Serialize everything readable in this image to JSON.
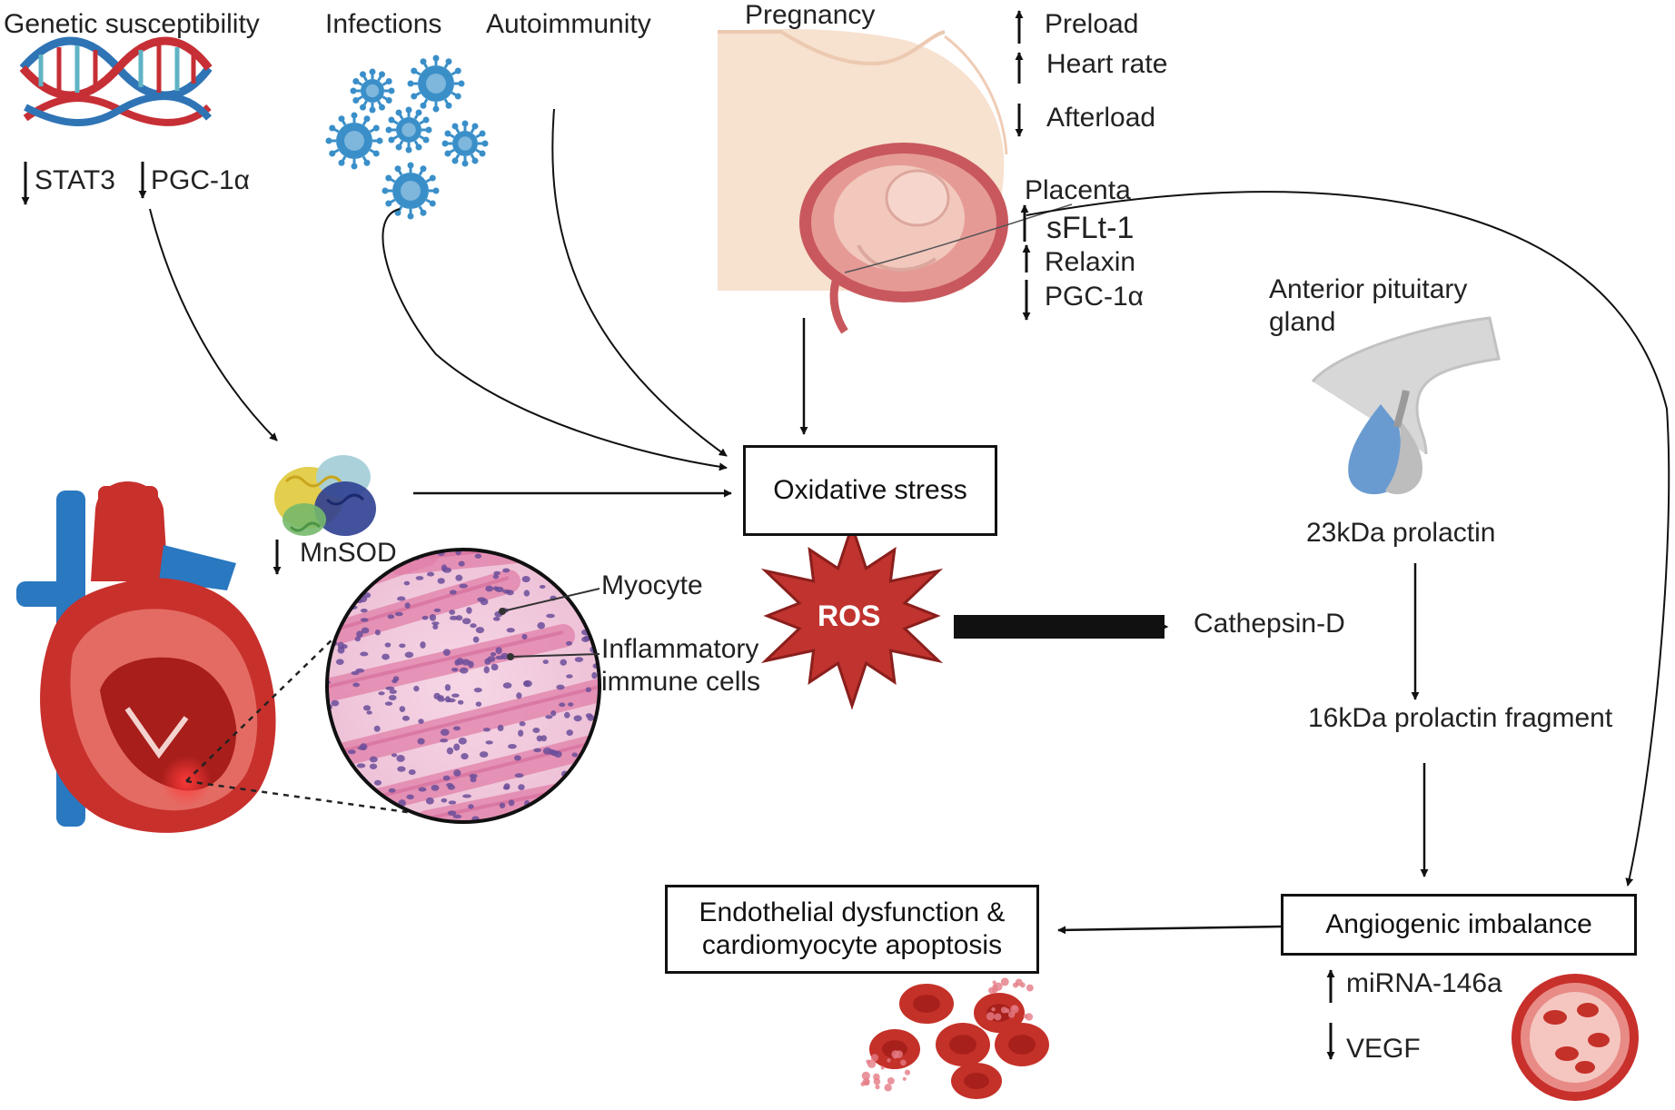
{
  "labels": {
    "genetic_susceptibility": "Genetic susceptibility",
    "infections": "Infections",
    "autoimmunity": "Autoimmunity",
    "pregnancy": "Pregnancy",
    "preload": "Preload",
    "heart_rate": "Heart rate",
    "afterload": "Afterload",
    "placenta": "Placenta",
    "sflt1": "sFLt-1",
    "relaxin": "Relaxin",
    "pgc1a_pregnancy": "PGC-1α",
    "stat3": "STAT3",
    "pgc1a_genetic": "PGC-1α",
    "mnsod": "MnSOD",
    "myocyte": "Myocyte",
    "inflammatory_line1": "Inflammatory",
    "inflammatory_line2": "immune cells",
    "ros": "ROS",
    "cathepsin_d": "Cathepsin-D",
    "anterior_pituitary_line1": "Anterior pituitary",
    "anterior_pituitary_line2": "gland",
    "prolactin_23kda": "23kDa prolactin",
    "prolactin_16kda": "16kDa prolactin fragment",
    "mirna146a": "miRNA-146a",
    "vegf": "VEGF"
  },
  "boxes": {
    "oxidative_stress": "Oxidative stress",
    "angiogenic_imbalance": "Angiogenic imbalance",
    "endothelial_line1": "Endothelial dysfunction &",
    "endothelial_line2": "cardiomyocyte apoptosis"
  },
  "indicators": {
    "preload": "up",
    "heart_rate": "up",
    "afterload": "down",
    "sflt1": "up",
    "relaxin": "up",
    "pgc1a_pregnancy": "down",
    "stat3": "down",
    "pgc1a_genetic": "down",
    "mnsod": "down",
    "mirna146a": "up",
    "vegf": "down"
  },
  "icons": [
    "dna-icon",
    "virus-icon",
    "pregnancy-illustration-icon",
    "protein-structure-icon",
    "heart-icon",
    "myocardium-histology-icon",
    "pituitary-gland-icon",
    "red-blood-cells-icon",
    "blood-vessel-icon"
  ],
  "colors": {
    "dna_red": "#c62f35",
    "dna_blue": "#2f74b5",
    "dna_teal": "#5fb3c4",
    "virus_blue": "#3a8fc9",
    "heart_red": "#c8302c",
    "heart_blue": "#2a78c0",
    "histology_pink": "#e8a6c2",
    "nucleus_purple": "#6b4d9a",
    "ros_red": "#c0332f",
    "pituitary_blue": "#6a9bd0",
    "pituitary_gray": "#bdbdbd",
    "skin": "#f6dcc9",
    "arrow": "#111111"
  }
}
